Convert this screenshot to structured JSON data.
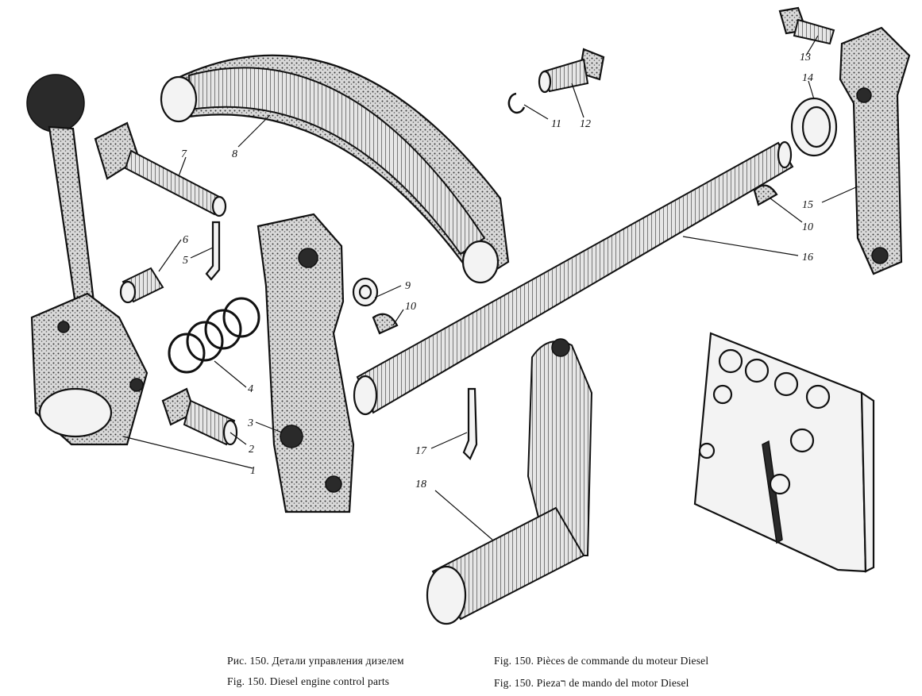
{
  "captions": {
    "ru": "Рис. 150. Детали управления дизелем",
    "en": "Fig. 150. Diesel engine control parts",
    "fr": "Fig. 150. Pièces de commande du moteur Diesel",
    "es": "Fig. 150. Piezaר de mando del motor Diesel"
  },
  "callouts": [
    "1",
    "2",
    "3",
    "4",
    "5",
    "6",
    "7",
    "8",
    "9",
    "10",
    "10",
    "11",
    "12",
    "13",
    "14",
    "15",
    "16",
    "17",
    "18"
  ]
}
